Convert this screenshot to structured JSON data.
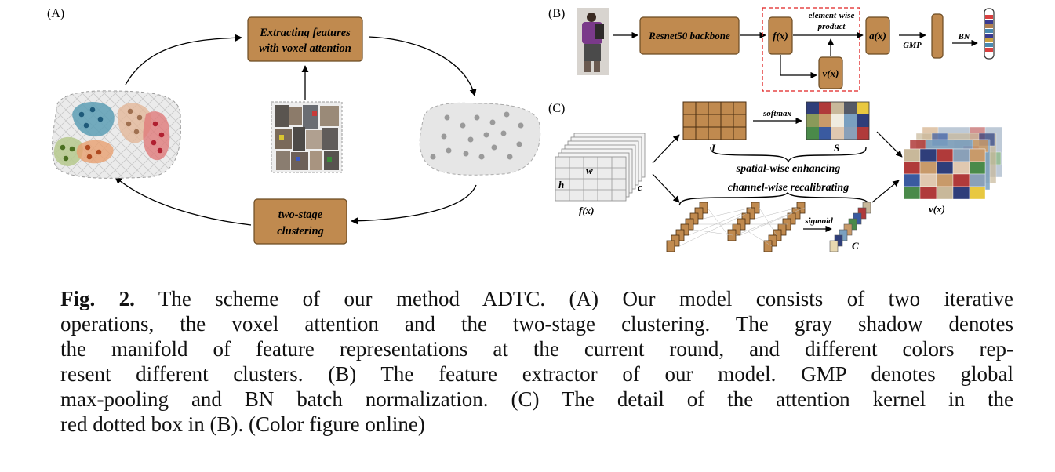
{
  "panelA": {
    "label": "(A)",
    "top_box": [
      "Extracting features",
      "with voxel attention"
    ],
    "bottom_box": [
      "two-stage",
      "clustering"
    ]
  },
  "panelB": {
    "label": "(B)",
    "backbone": "Resnet50 backbone",
    "fx": "f(x)",
    "vx": "v(x)",
    "ax": "a(x)",
    "product": [
      "element-wise",
      "product"
    ],
    "gmp": "GMP",
    "bn": "BN"
  },
  "panelC": {
    "label": "(C)",
    "softmax": "softmax",
    "I": "I",
    "S": "S",
    "w": "w",
    "h": "h",
    "c": "c",
    "fx": "f(x)",
    "spatial": "spatial-wise enhancing",
    "channel": "channel-wise recalibrating",
    "sigmoid": "sigmoid",
    "C": "C",
    "vx": "v(x)"
  },
  "caption": {
    "fig": "Fig. 2.",
    "lines": [
      "The scheme of our method ADTC. (A) Our model consists of two iterative",
      "operations, the voxel attention and the two-stage clustering. The gray shadow denotes",
      "the manifold of feature representations at the current round, and different colors rep-",
      "resent different clusters. (B) The feature extractor of our model. GMP denotes global",
      "max-pooling and BN batch normalization. (C) The detail of the attention kernel in the",
      "red dotted box in (B). (Color figure online)"
    ]
  },
  "colors": {
    "box": "#c08a4f",
    "box_stroke": "#6b4a22",
    "red_dash": "#e02020",
    "cluster_blue": "#5d9fb5",
    "cluster_peach": "#e3b89a",
    "cluster_red": "#e07a7a",
    "cluster_green": "#b6c98d",
    "cluster_orange": "#e8a070"
  }
}
